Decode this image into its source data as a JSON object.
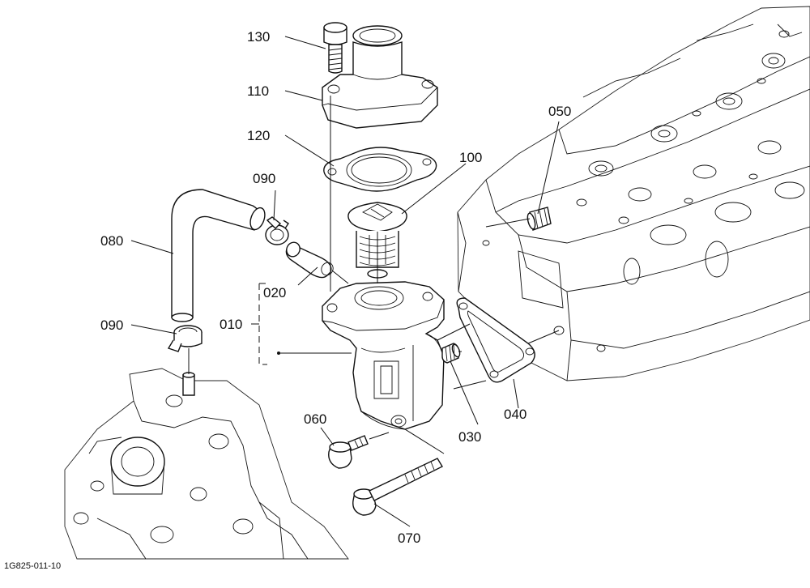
{
  "figure_id": "1G825-011-10",
  "callouts": {
    "c010": "010",
    "c020": "020",
    "c030": "030",
    "c040": "040",
    "c050": "050",
    "c060": "060",
    "c070": "070",
    "c080": "080",
    "c090a": "090",
    "c090b": "090",
    "c100": "100",
    "c110": "110",
    "c120": "120",
    "c130": "130"
  }
}
